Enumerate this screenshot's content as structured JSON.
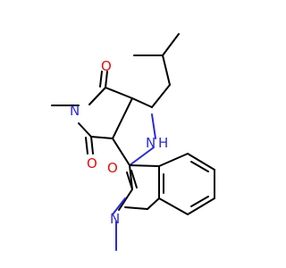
{
  "molecule": {
    "atom_labels": {
      "o_upper": "O",
      "o_lower": "O",
      "o_lactam": "O",
      "n_imide": "N",
      "n_amine": "N",
      "h_amine": "H",
      "n_indole": "N"
    },
    "colors": {
      "carbon_bond": "#000000",
      "nitrogen": "#2b2bd6",
      "oxygen": "#e01010",
      "background": "#ffffff"
    }
  }
}
